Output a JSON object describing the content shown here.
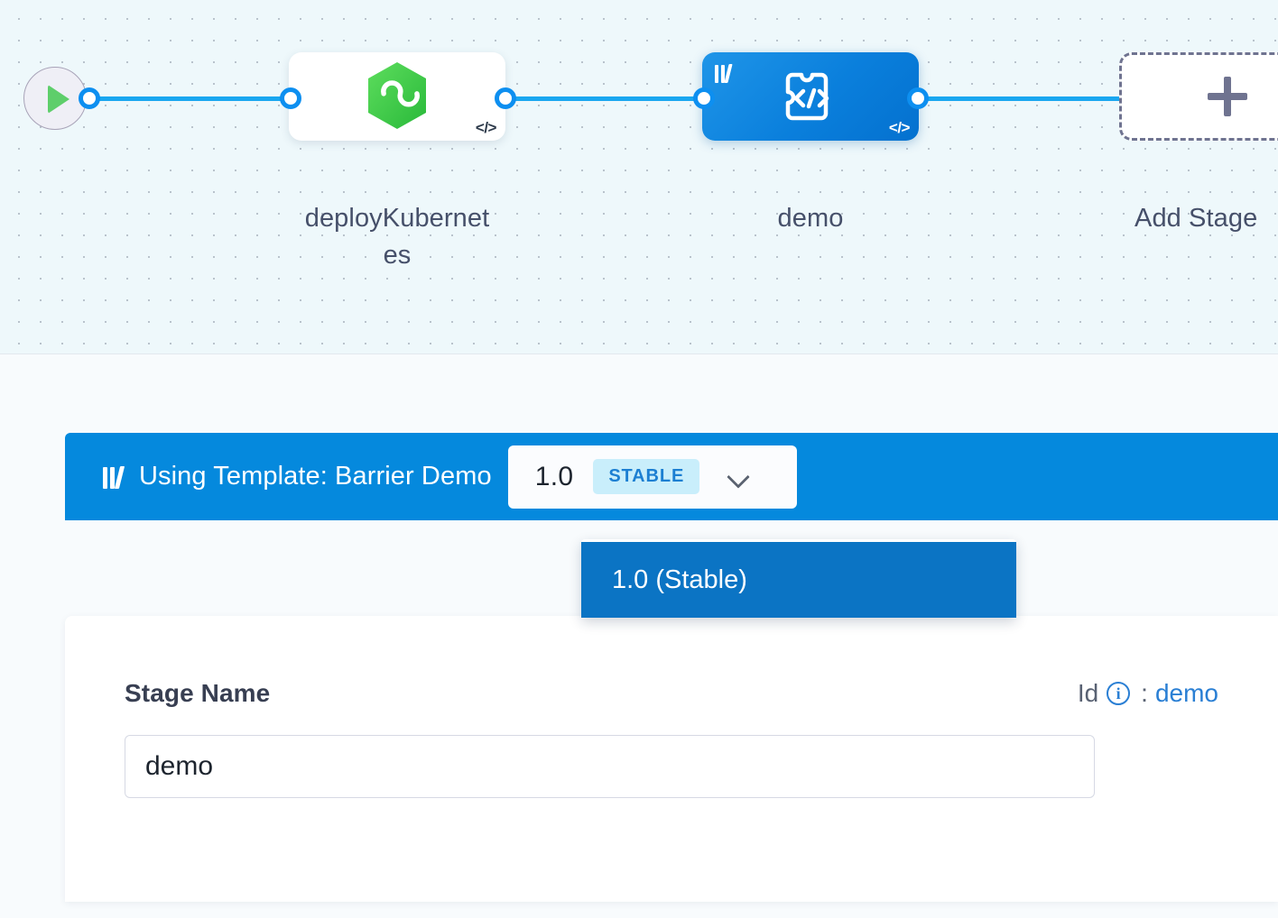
{
  "canvas": {
    "start_node": {
      "icon": "play-icon",
      "label": ""
    },
    "stages": [
      {
        "id": "deployKubernetes",
        "label": "deployKubernetes",
        "label_line1": "deployKubernet",
        "label_line2": "es",
        "icon": "harness-hexagon-icon",
        "corner_icon": "code-icon",
        "selected": false
      },
      {
        "id": "demo",
        "label": "demo",
        "icon": "template-puzzle-code-icon",
        "corner_icon": "code-icon",
        "badge_icon": "template-library-icon",
        "selected": true
      }
    ],
    "add_stage": {
      "label": "Add Stage",
      "icon": "plus-icon"
    }
  },
  "banner": {
    "icon": "template-library-icon",
    "text": "Using Template: Barrier Demo",
    "version_select": {
      "value": "1.0",
      "badge": "STABLE",
      "chevron": "chevron-down-icon"
    },
    "background_color": "#0589dd"
  },
  "dropdown": {
    "open": true,
    "options": [
      {
        "label": "1.0 (Stable)",
        "selected": true
      }
    ]
  },
  "detail": {
    "stage_name_label": "Stage Name",
    "id_label": "Id",
    "id_info_icon": "info-circle-icon",
    "id_separator": ":",
    "id_value": "demo",
    "stage_name_value": "demo",
    "stage_name_placeholder": "Stage Name"
  },
  "colors": {
    "accent_blue": "#0589dd",
    "selected_blue": "#0b74c4",
    "badge_bg": "#c9eefb",
    "badge_text": "#1c7fd2",
    "link_blue": "#2a7fd4",
    "edge_blue": "#1aa7f0",
    "canvas_bg": "#eef8fb"
  }
}
